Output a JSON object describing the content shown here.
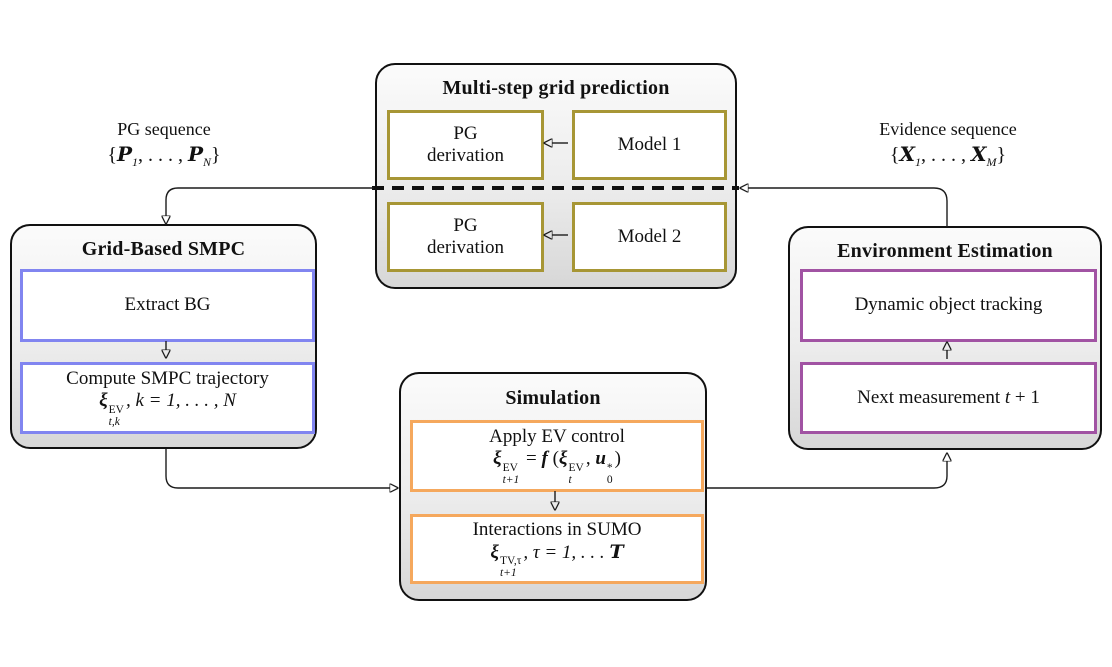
{
  "figure": {
    "pg_label": {
      "line1": "PG sequence",
      "open": "{",
      "sym1": "P",
      "sub1": "1",
      "dots": ", . . . , ",
      "sym2": "P",
      "sub2": "N",
      "close": "}"
    },
    "evidence_label": {
      "line1": "Evidence sequence",
      "open": "{",
      "sym1": "X",
      "sub1": "1",
      "dots": ", . . . , ",
      "sym2": "X",
      "sub2": "M",
      "close": "}"
    },
    "prediction": {
      "title": "Multi-step grid prediction",
      "pg1": {
        "line1": "PG",
        "line2": "derivation"
      },
      "model1": "Model 1",
      "pg2": {
        "line1": "PG",
        "line2": "derivation"
      },
      "model2": "Model 2"
    },
    "smpc": {
      "title": "Grid-Based SMPC",
      "extract": "Extract BG",
      "compute": {
        "line1": "Compute SMPC trajectory",
        "xi": "ξ",
        "sup": "EV",
        "sub": "t,k",
        "rest": ",  k = 1, . . . , N"
      }
    },
    "simulation": {
      "title": "Simulation",
      "apply": {
        "line1": "Apply EV control",
        "xi1": "ξ",
        "sup1": "EV",
        "sub1": "t+1",
        "eq": " = ",
        "f": "f",
        "open": "(",
        "xi2": "ξ",
        "sup2": "EV",
        "sub2": "t",
        "comma": ", ",
        "u": "u",
        "usup": "*",
        "usub": "0",
        "close": ")"
      },
      "interactions": {
        "line1": "Interactions in SUMO",
        "xi": "ξ",
        "sup": "TV,τ",
        "sub": "t+1",
        "mid": ",  τ = 1, . . . ",
        "T": "T"
      }
    },
    "environment": {
      "title": "Environment Estimation",
      "dynamic": "Dynamic object tracking",
      "next": {
        "pre": "Next measurement ",
        "t": "t",
        "post": " + 1"
      }
    }
  },
  "colors": {
    "prediction_accent": "#a79635",
    "smpc_accent": "#8185f0",
    "simulation_accent": "#f5a85d",
    "environment_accent": "#a153a3",
    "panel_fill_top": "#fbfbfb",
    "panel_fill_bottom": "#d7d7d7",
    "line": "#1c1c1c"
  }
}
